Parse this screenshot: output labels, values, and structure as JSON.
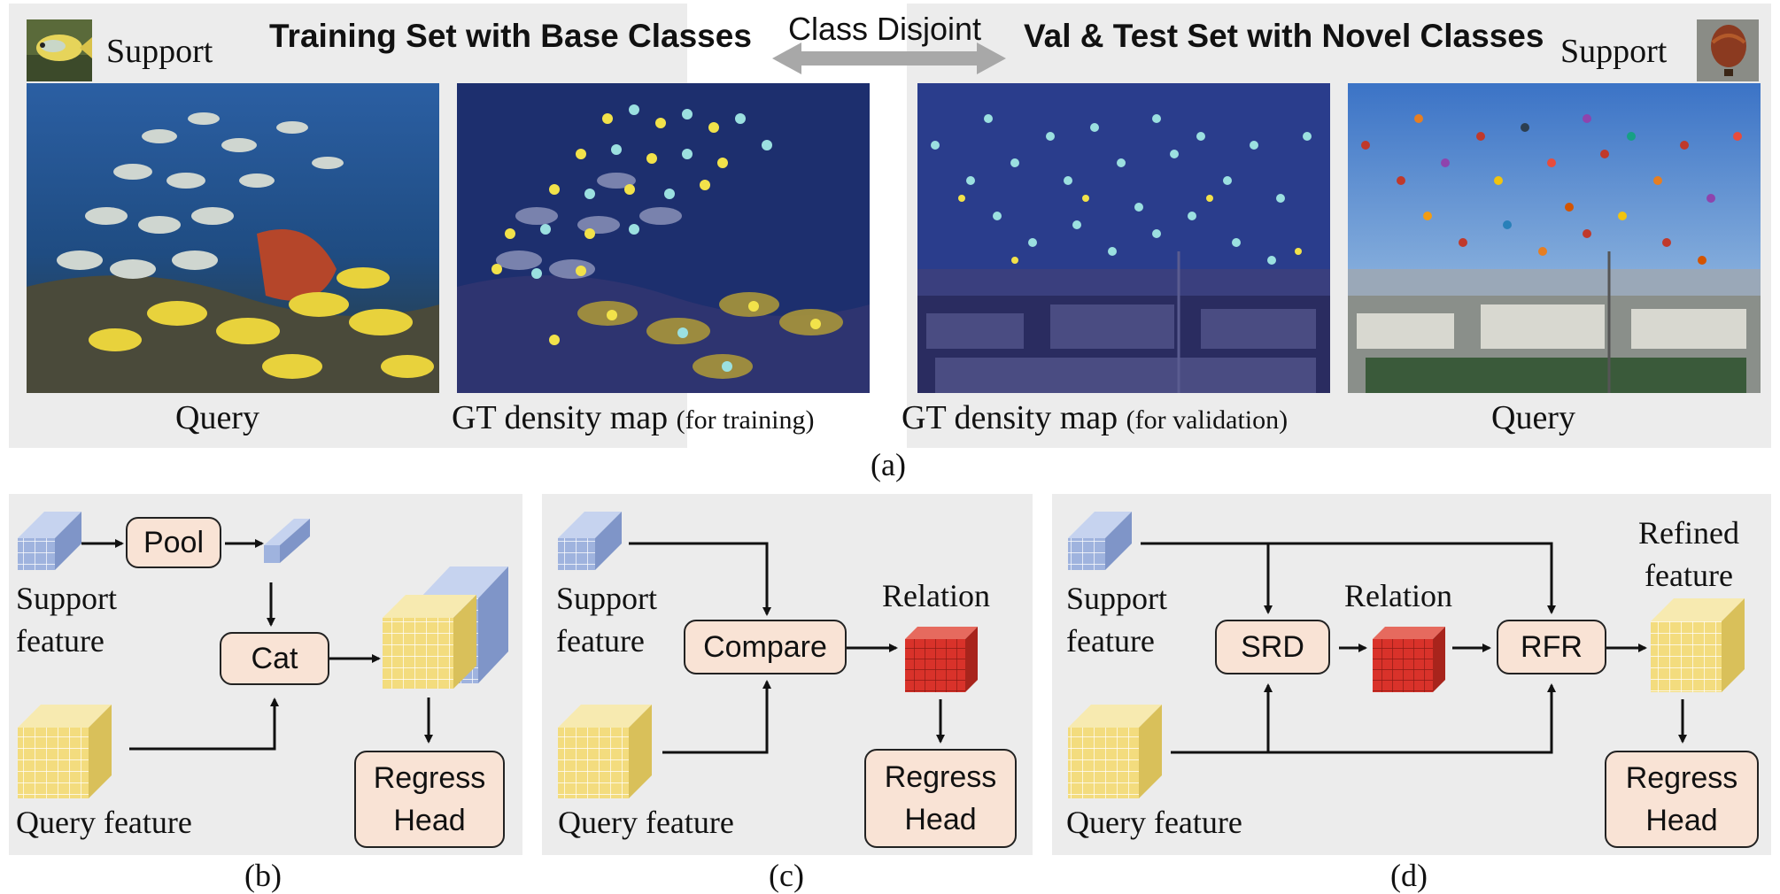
{
  "top": {
    "header_left": "Training Set with Base Classes",
    "header_center": "Class Disjoint",
    "header_right": "Val & Test Set with Novel Classes",
    "support_left": "Support",
    "support_right": "Support",
    "query_left": "Query",
    "gt_train_main": "GT density map",
    "gt_train_sub": "(for training)",
    "gt_val_main": "GT density map",
    "gt_val_sub": "(for validation)",
    "query_right": "Query",
    "caption": "(a)"
  },
  "panel_b": {
    "support_label_1": "Support",
    "support_label_2": "feature",
    "pool": "Pool",
    "cat": "Cat",
    "query_label": "Query feature",
    "regress_1": "Regress",
    "regress_2": "Head",
    "caption": "(b)"
  },
  "panel_c": {
    "support_label_1": "Support",
    "support_label_2": "feature",
    "compare": "Compare",
    "relation": "Relation",
    "query_label": "Query feature",
    "regress_1": "Regress",
    "regress_2": "Head",
    "caption": "(c)"
  },
  "panel_d": {
    "support_label_1": "Support",
    "support_label_2": "feature",
    "srd": "SRD",
    "relation": "Relation",
    "rfr": "RFR",
    "refined_1": "Refined",
    "refined_2": "feature",
    "query_label": "Query feature",
    "regress_1": "Regress",
    "regress_2": "Head",
    "caption": "(d)"
  },
  "colors": {
    "panel_bg": "#ececec",
    "box_fill": "#f9e3d5",
    "support_cube": "#9fb3de",
    "query_cube": "#f3dc7e",
    "relation_cube": "#d9322a"
  }
}
